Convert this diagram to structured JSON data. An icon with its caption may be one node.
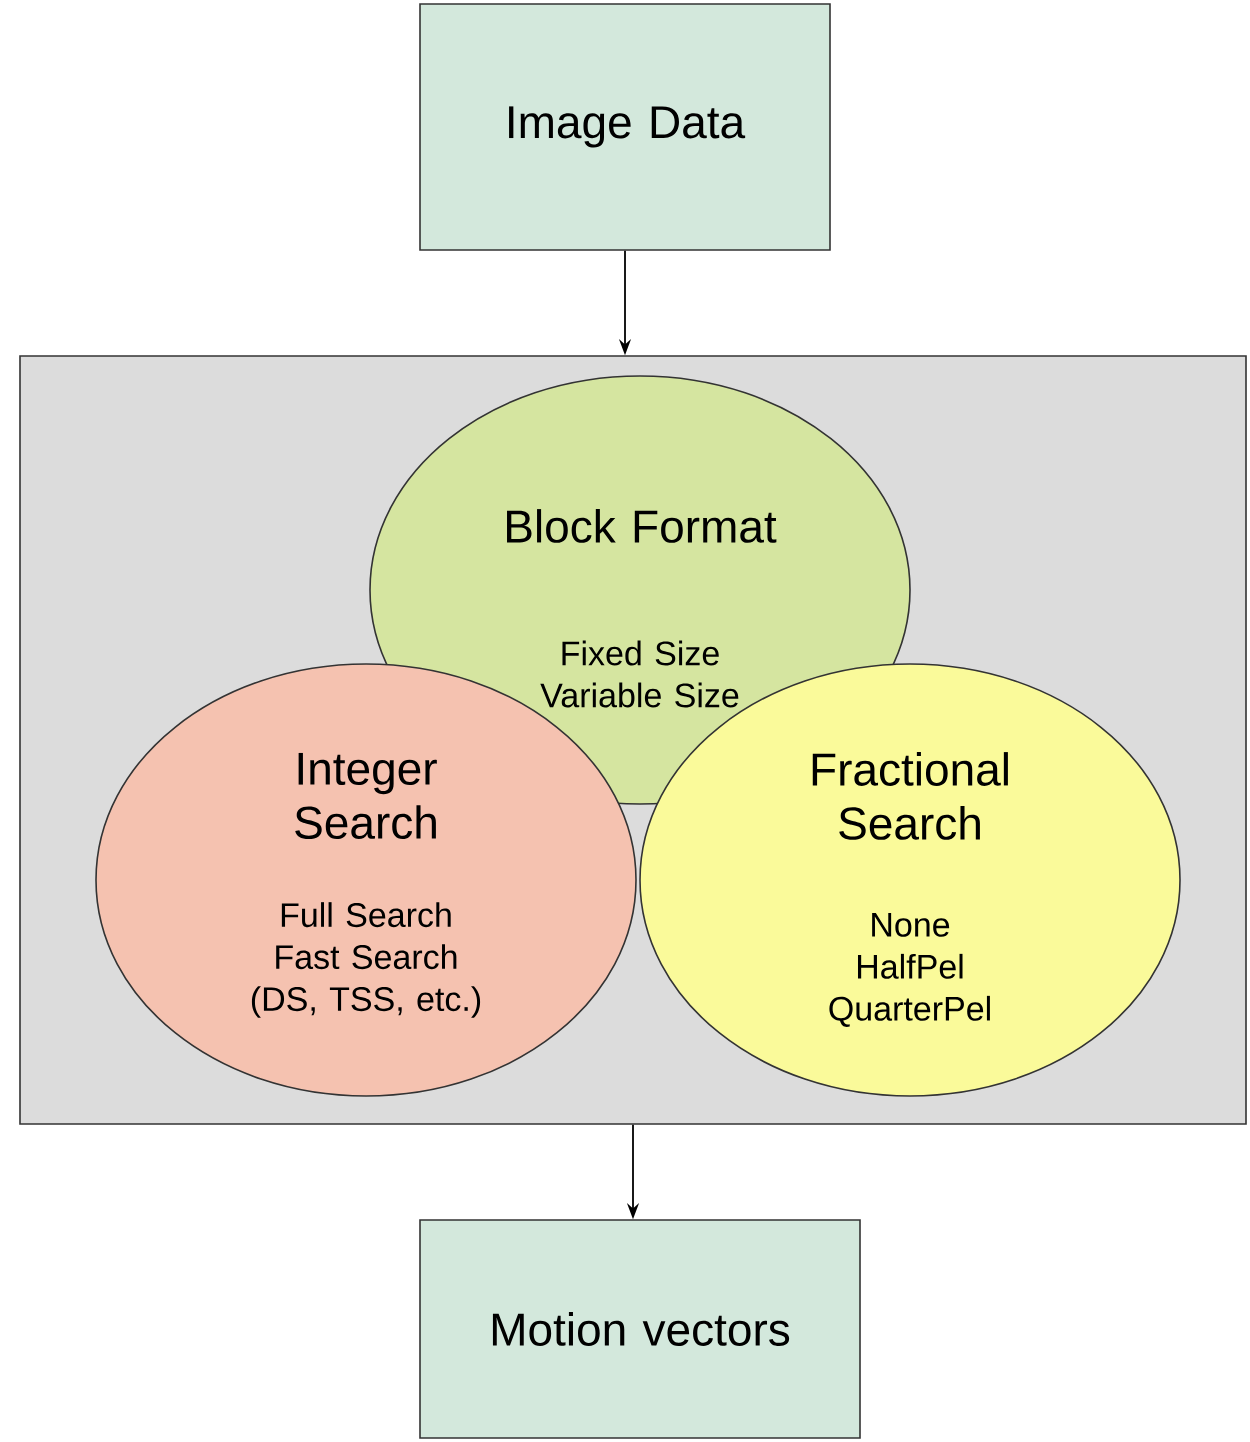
{
  "diagram": {
    "nodes": [
      {
        "text": [
          "Image Data"
        ]
      },
      {
        "text": [],
        "shape": "box"
      },
      {
        "text": [
          "Block Format",
          "Fixed Size Variable Size"
        ],
        "in": 1
      },
      {
        "text": [
          "Integer Search",
          "Full Search Fast Search (DS, TSS, etc.)"
        ],
        "in": 1
      },
      {
        "text": [
          "Fractional Search",
          "None HalfPel QuarterPel"
        ],
        "in": 1
      },
      {
        "text": [
          "Motion vectors"
        ]
      }
    ],
    "edges": [
      {
        "from": 0,
        "to": 1,
        "arrow": "to"
      },
      {
        "from": 1,
        "to": 5,
        "arrow": "to"
      }
    ]
  }
}
